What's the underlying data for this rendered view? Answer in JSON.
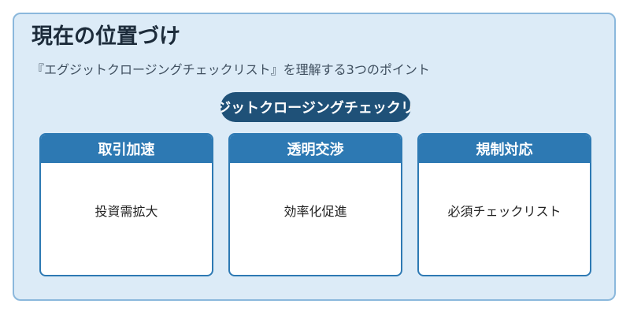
{
  "title": "現在の位置づけ",
  "subtitle": "『エグジットクロージングチェックリスト』を理解する3つのポイント",
  "pill_label": "エグジットクロージングチェックリスト",
  "cards": [
    {
      "header": "取引加速",
      "body": "投資需拡大"
    },
    {
      "header": "透明交渉",
      "body": "効率化促進"
    },
    {
      "header": "規制対応",
      "body": "必須チェックリスト"
    }
  ],
  "colors": {
    "panel_bg": "#dcebf7",
    "panel_border": "#8bb8dc",
    "pill_bg": "#1f5178",
    "card_header": "#2d79b3"
  }
}
